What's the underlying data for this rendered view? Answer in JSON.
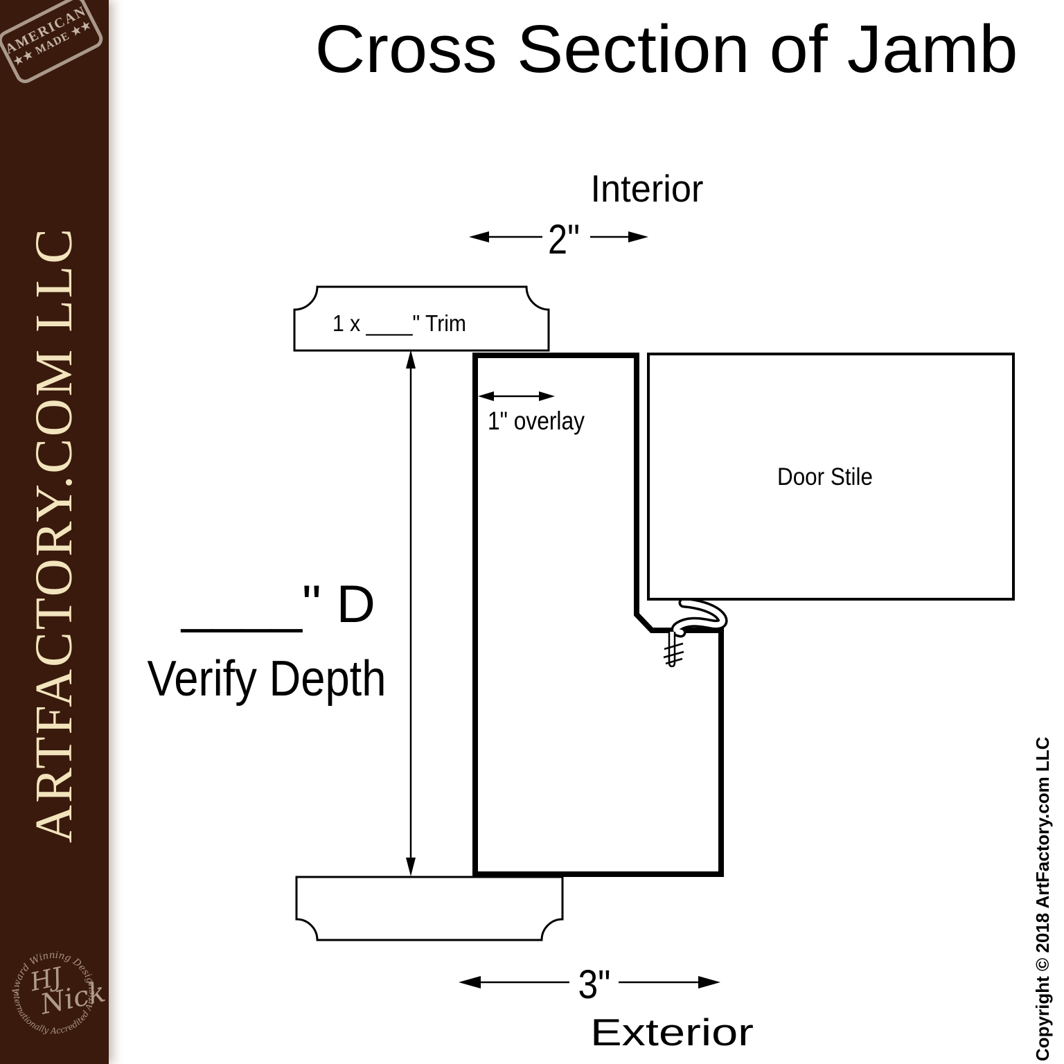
{
  "sidebar": {
    "stamp": {
      "line1": "AMERICAN",
      "line2": "★★ MADE ★★"
    },
    "brand": "ARTFACTORY.COM LLC",
    "seal": {
      "arc_top": "Award Winning Designs",
      "arc_bottom": "Internationally Accredited Artist",
      "signature_line1": "HJ",
      "signature_line2": "Nick"
    }
  },
  "diagram": {
    "title": "Cross Section of Jamb",
    "labels": {
      "interior": "Interior",
      "exterior": "Exterior",
      "dim_top": "2\"",
      "dim_bottom": "3\"",
      "overlay": "1\" overlay",
      "trim": "1 x ____\" Trim",
      "depth_blank": "____\" D",
      "verify_depth": "Verify Depth",
      "door_stile": "Door Stile"
    }
  },
  "copyright": "Copyright © 2018 ArtFactory.com LLC",
  "colors": {
    "sidebar_bg": "#3A1A0C",
    "brand_cream": "#F2E4BD",
    "stamp_tan": "#C8BAAB",
    "seal_tan": "#A89583",
    "line_black": "#000000",
    "paper_white": "#FFFFFF"
  }
}
